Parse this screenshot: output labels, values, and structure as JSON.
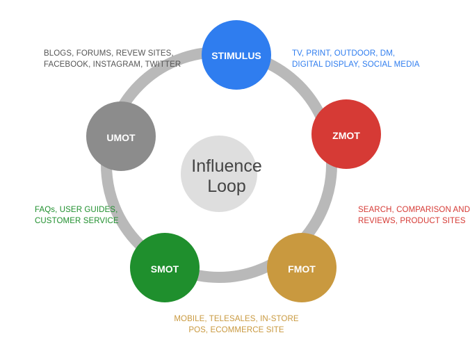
{
  "center": {
    "line1": "Influence",
    "line2": "Loop"
  },
  "nodes": {
    "stimulus": {
      "label": "STIMULUS",
      "color": "#2f7def"
    },
    "zmot": {
      "label": "ZMOT",
      "color": "#d63a35"
    },
    "fmot": {
      "label": "FMOT",
      "color": "#c9993f"
    },
    "smot": {
      "label": "SMOT",
      "color": "#1f8f2d"
    },
    "umot": {
      "label": "UMOT",
      "color": "#8c8c8c"
    }
  },
  "notes": {
    "stimulus": {
      "line1": "TV, PRINT, OUTDOOR, DM,",
      "line2": "DIGITAL DISPLAY, SOCIAL MEDIA",
      "color": "#2f7def"
    },
    "zmot": {
      "line1": "SEARCH, COMPARISON AND",
      "line2": "REVIEWS, PRODUCT SITES",
      "color": "#d63a35"
    },
    "fmot": {
      "line1": "MOBILE, TELESALES,  IN-STORE",
      "line2": "POS, ECOMMERCE SITE",
      "color": "#c9993f"
    },
    "smot": {
      "line1": "FAQs, USER GUIDES,",
      "line2": "CUSTOMER SERVICE",
      "color": "#1f8f2d"
    },
    "umot": {
      "line1": "BLOGS, FORUMS, REVEW SITES,",
      "line2": "FACEBOOK, INSTAGRAM, TWITTER",
      "color": "#555555"
    }
  },
  "colors": {
    "ring": "#b9b9b9",
    "center_fill": "#dedede"
  }
}
